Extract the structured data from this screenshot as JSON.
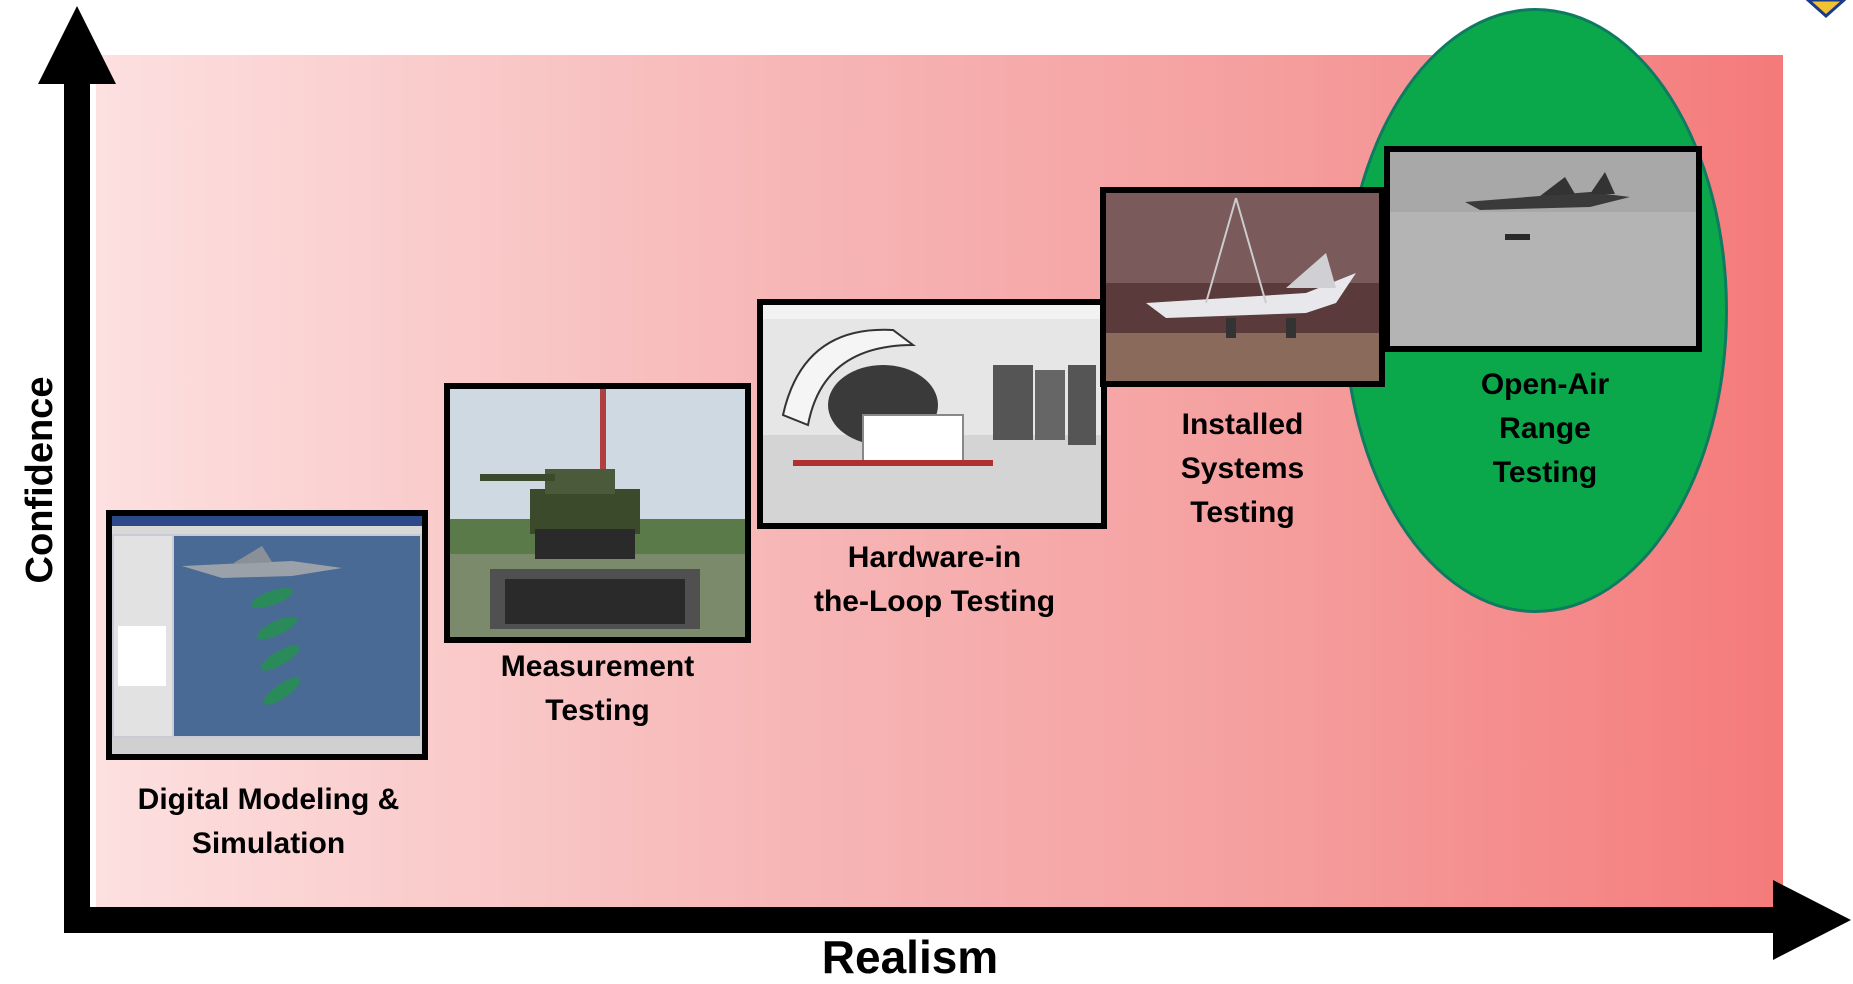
{
  "axes": {
    "y_label": "Confidence",
    "x_label": "Realism"
  },
  "stages": [
    {
      "caption": "Digital Modeling &\nSimulation",
      "photo": "digital-model-screenshot"
    },
    {
      "caption": "Measurement\nTesting",
      "photo": "tank-on-turntable"
    },
    {
      "caption": "Hardware-in\nthe-Loop Testing",
      "photo": "flight-motion-simulator"
    },
    {
      "caption": "Installed\nSystems\nTesting",
      "photo": "aircraft-in-anechoic-chamber"
    },
    {
      "caption": "Open-Air\nRange\nTesting",
      "photo": "jet-dropping-store"
    }
  ],
  "colors": {
    "highlight": "#0aa84a",
    "highlight_border": "#0e7a62",
    "axis": "#000000"
  }
}
